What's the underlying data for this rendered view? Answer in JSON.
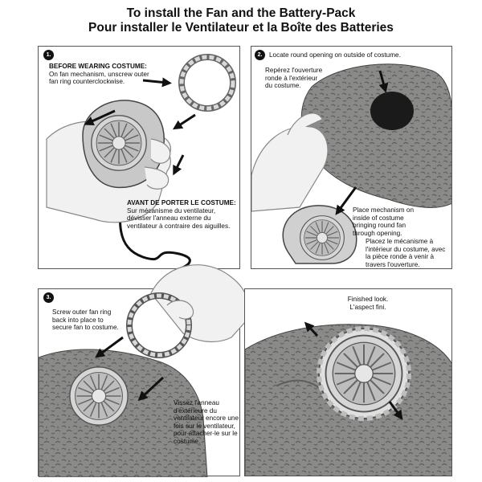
{
  "title": {
    "line1": "To install the Fan and the Battery-Pack",
    "line2": "Pour installer le Ventilateur et la Boîte des Batteries"
  },
  "panel1": {
    "step": "1.",
    "en_heading": "BEFORE WEARING COSTUME:",
    "en_text": [
      "On fan mechanism, unscrew outer",
      "fan ring counterclockwise."
    ],
    "fr_heading": "AVANT DE PORTER LE COSTUME:",
    "fr_text": [
      "Sur mécanisme du ventilateur,",
      "dévisser l'anneau externe du",
      "ventilateur à contraire des aiguilles."
    ]
  },
  "panel2": {
    "step": "2.",
    "en_locate": "Locate round opening on outside of costume.",
    "fr_locate": [
      "Repérez l'ouverture",
      "ronde à l'extérieur",
      "du costume."
    ],
    "en_place": [
      "Place mechanism on",
      "inside of costume",
      "bringing round fan",
      "through opening."
    ],
    "fr_place": [
      "Placez le mécanisme à",
      "l'intérieur du costume, avec",
      "la pièce ronde à venir à",
      "travers l'ouverture."
    ]
  },
  "panel3": {
    "step": "3.",
    "en_text": [
      "Screw outer fan ring",
      "back into place to",
      "secure fan to costume."
    ],
    "fr_text": [
      "Vissez l'anneau",
      "d'extérieure du",
      "ventilateur encore une",
      "fois sur le ventilateur,",
      "pour attacher-le sur le",
      "costume."
    ]
  },
  "panel4": {
    "en_text": "Finished look.",
    "fr_text": "L'aspect fini."
  },
  "colors": {
    "rock": "#8a8a88",
    "rock_dark": "#5e5e5c",
    "glove": "#f1f1f1",
    "fan": "#cfcfcf",
    "arrow": "#111111"
  }
}
